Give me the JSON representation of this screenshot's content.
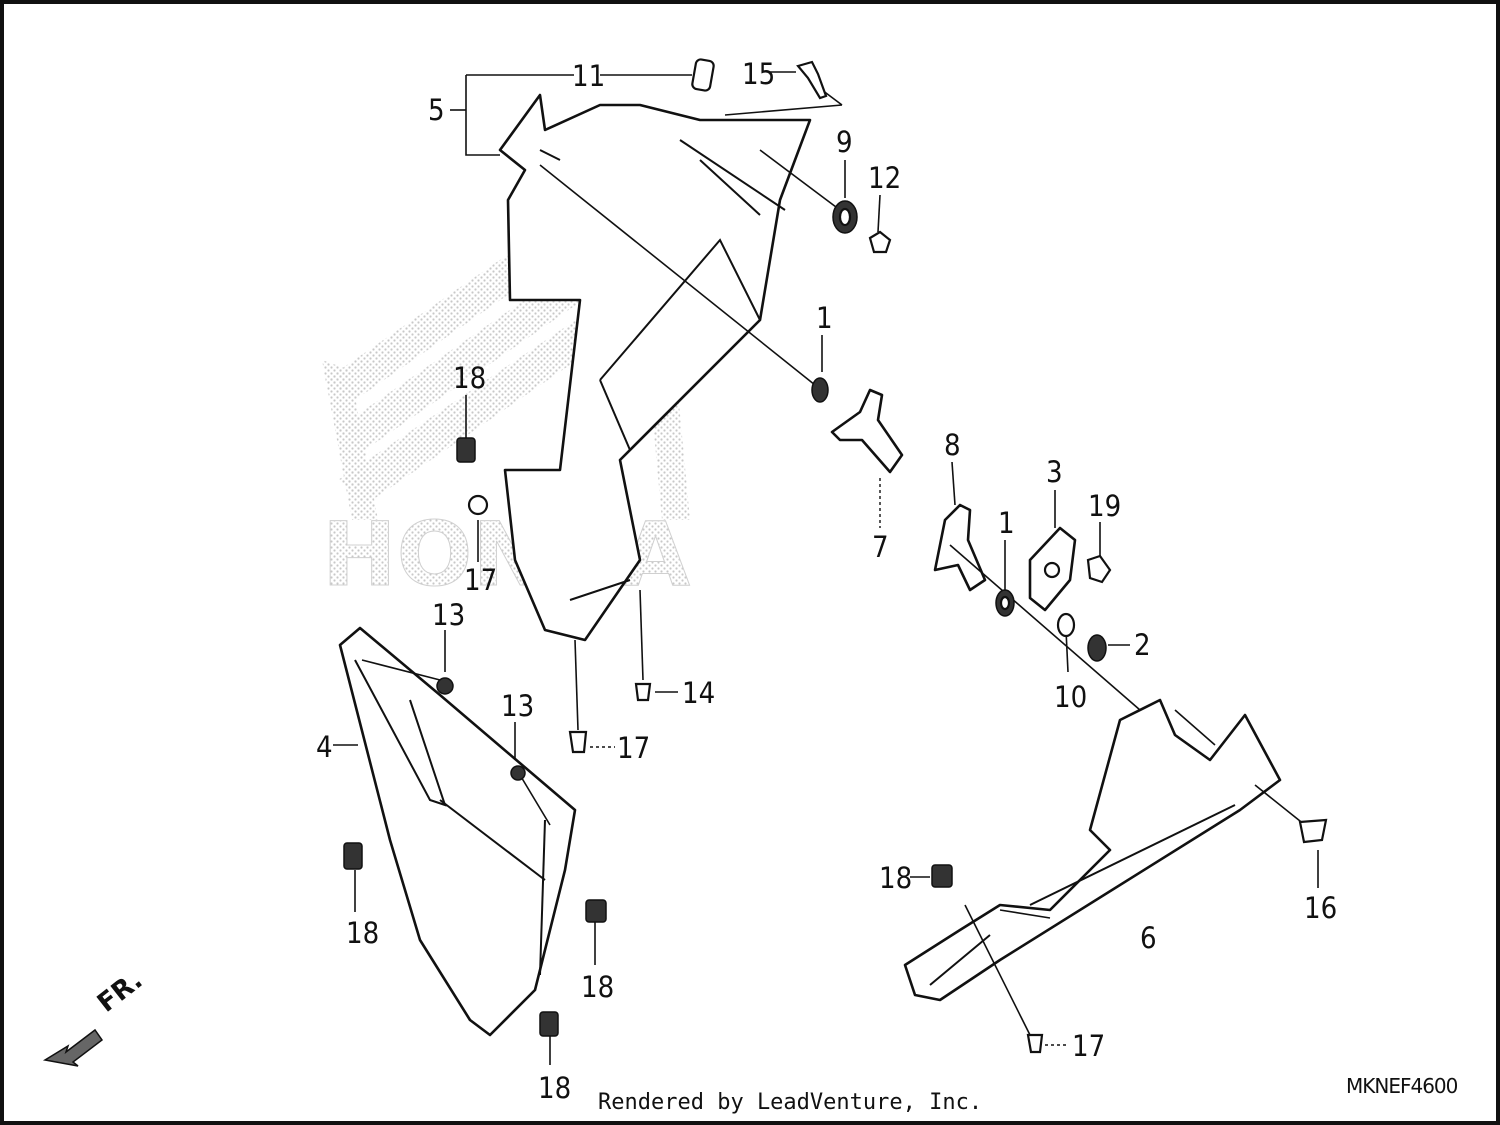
{
  "callouts": [
    {
      "id": "c11a",
      "text": "11"
    },
    {
      "id": "c15",
      "text": "15"
    },
    {
      "id": "c5",
      "text": "5"
    },
    {
      "id": "c9",
      "text": "9"
    },
    {
      "id": "c12",
      "text": "12"
    },
    {
      "id": "c1a",
      "text": "1"
    },
    {
      "id": "c18a",
      "text": "18"
    },
    {
      "id": "c17a",
      "text": "17"
    },
    {
      "id": "c13a",
      "text": "13"
    },
    {
      "id": "c14",
      "text": "14"
    },
    {
      "id": "c4",
      "text": "4"
    },
    {
      "id": "c13b",
      "text": "13"
    },
    {
      "id": "c17b",
      "text": "17"
    },
    {
      "id": "c18b",
      "text": "18"
    },
    {
      "id": "c18c",
      "text": "18"
    },
    {
      "id": "c18d",
      "text": "18"
    },
    {
      "id": "c7",
      "text": "7"
    },
    {
      "id": "c8",
      "text": "8"
    },
    {
      "id": "c1b",
      "text": "1"
    },
    {
      "id": "c3",
      "text": "3"
    },
    {
      "id": "c19",
      "text": "19"
    },
    {
      "id": "c2",
      "text": "2"
    },
    {
      "id": "c10",
      "text": "10"
    },
    {
      "id": "c18e",
      "text": "18"
    },
    {
      "id": "c6",
      "text": "6"
    },
    {
      "id": "c16",
      "text": "16"
    },
    {
      "id": "c17c",
      "text": "17"
    }
  ],
  "watermark": "HONDA",
  "front_indicator": "FR.",
  "diagram_code": "MKNEF4600",
  "credit": "Rendered by LeadVenture, Inc."
}
